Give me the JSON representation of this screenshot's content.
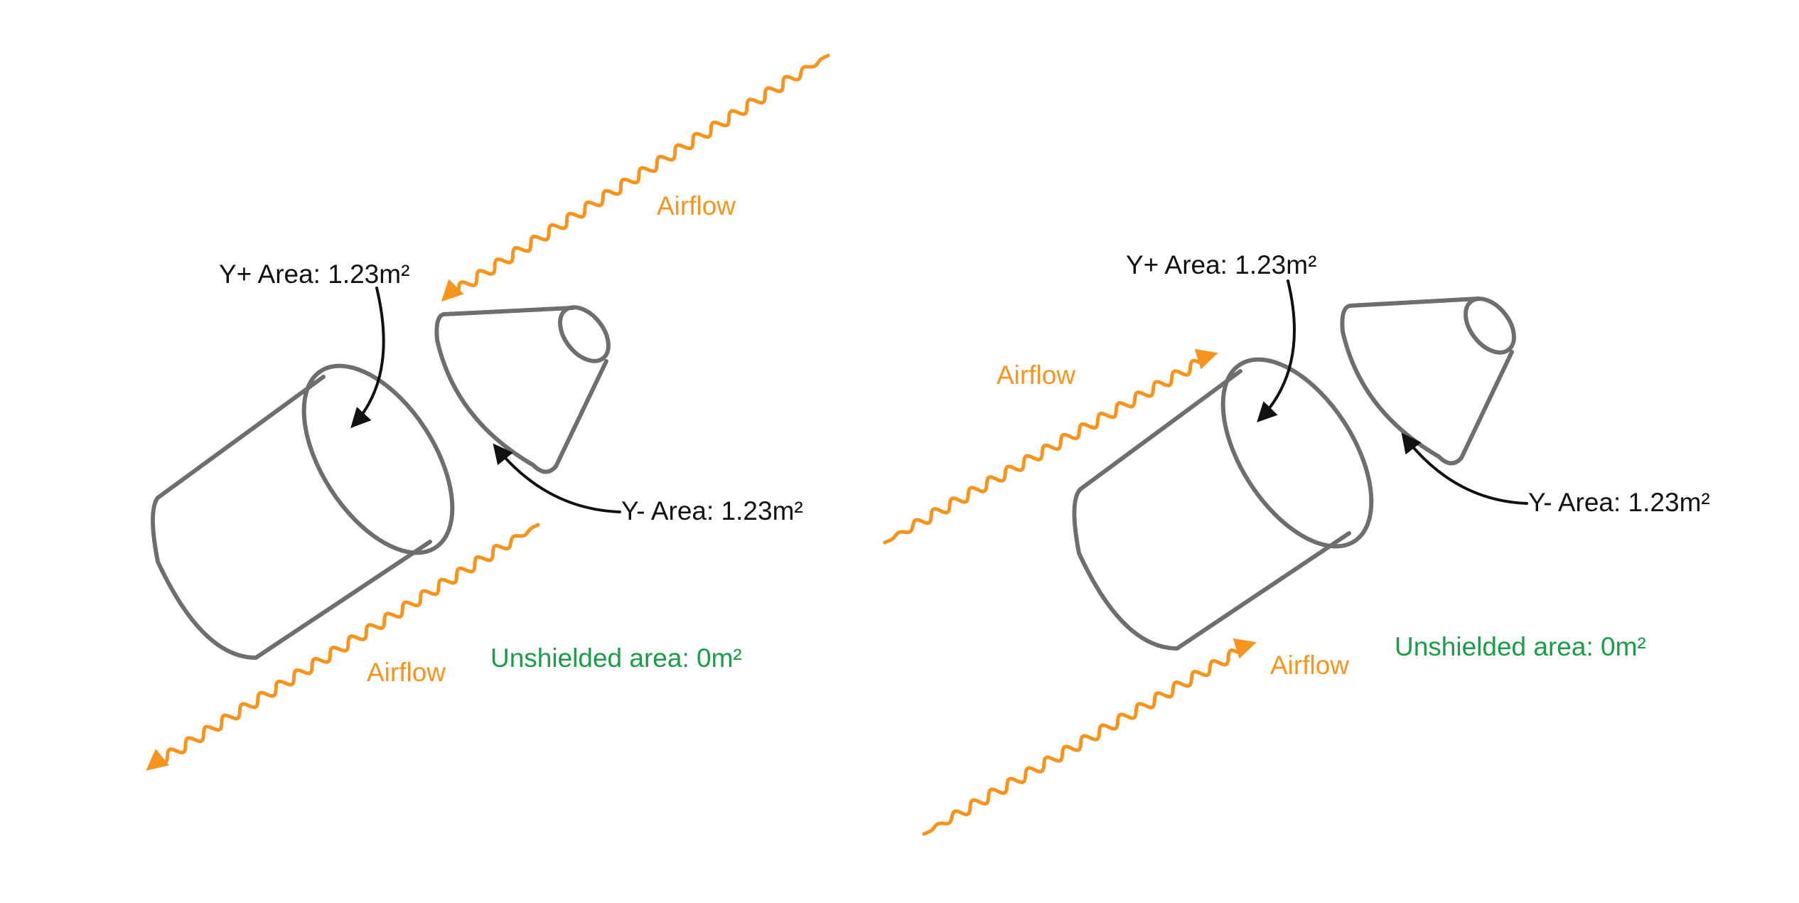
{
  "colors": {
    "airflow": "#f7941d",
    "unshielded": "#1a9c48",
    "outline": "#6d6e70",
    "annotation": "#111111"
  },
  "panels": [
    {
      "airflow_direction": "toward-lower-left",
      "y_plus_label": "Y+ Area: 1.23m²",
      "y_minus_label": "Y- Area: 1.23m²",
      "airflow_label_top": "Airflow",
      "airflow_label_bottom": "Airflow",
      "unshielded_label": "Unshielded area: 0m²"
    },
    {
      "airflow_direction": "toward-upper-right",
      "y_plus_label": "Y+ Area: 1.23m²",
      "y_minus_label": "Y- Area: 1.23m²",
      "airflow_label_top": "Airflow",
      "airflow_label_bottom": "Airflow",
      "unshielded_label": "Unshielded area: 0m²"
    }
  ]
}
